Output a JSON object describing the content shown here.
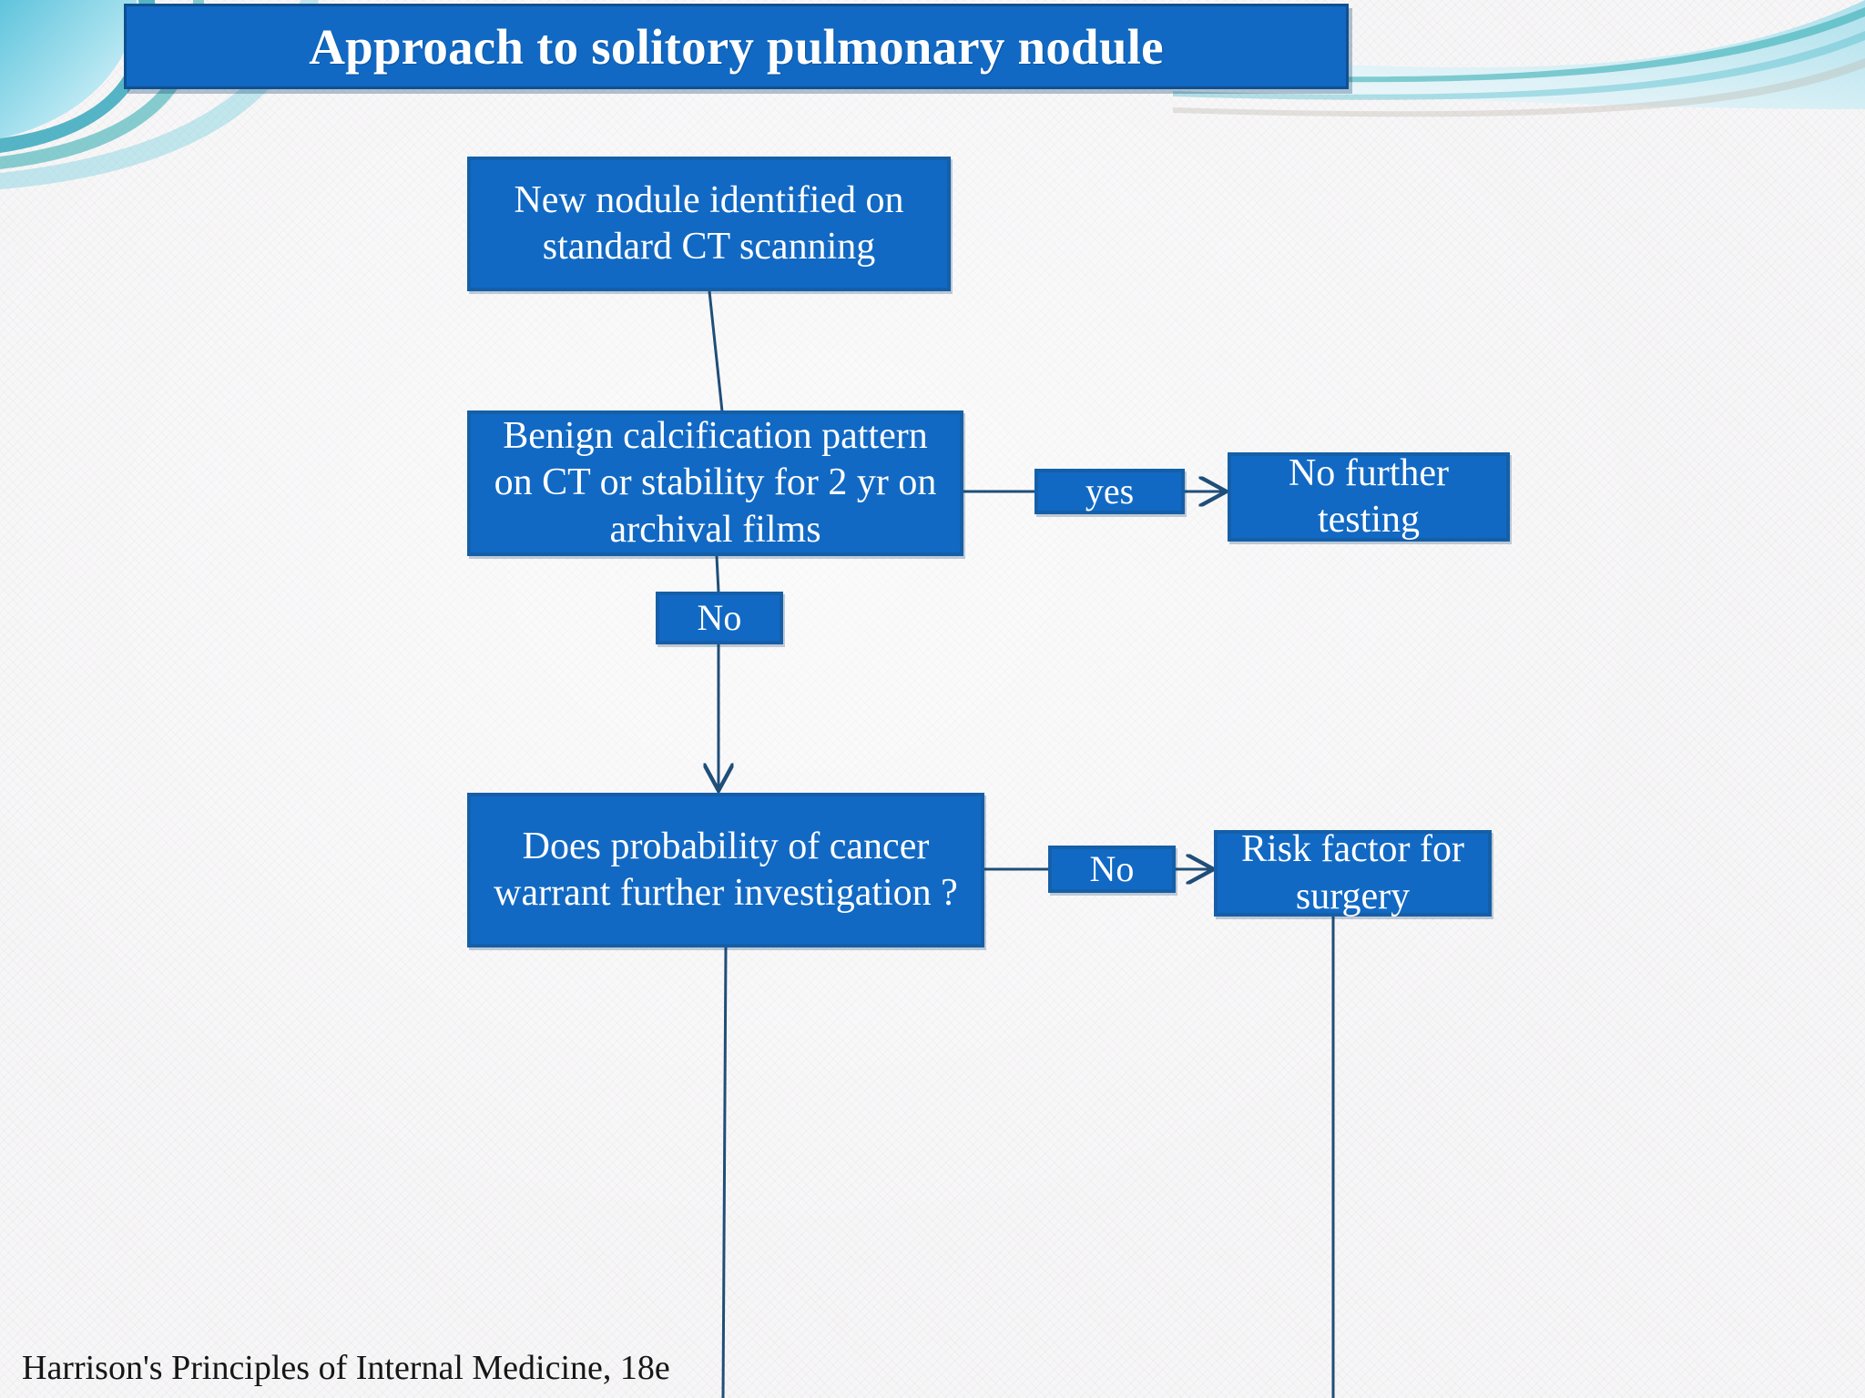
{
  "slide": {
    "title": "Approach to solitory pulmonary nodule",
    "source_caption": "Harrison's Principles of Internal Medicine, 18e"
  },
  "colors": {
    "node_fill": "#1169c4",
    "node_border": "#155fa8",
    "node_text": "#ffffff",
    "title_fill": "#1169c4",
    "title_border": "#10508f",
    "connector": "#1f4e79",
    "background": "#f7f6f8",
    "deco_teal": "#1fa8b5",
    "deco_cyan": "#8fd9e8",
    "caption_text": "#161616"
  },
  "flowchart": {
    "type": "flowchart",
    "nodes": [
      {
        "id": "new-nodule",
        "label": "New nodule identified on standard CT scanning"
      },
      {
        "id": "benign-calc",
        "label": "Benign calcification pattern on CT or stability for 2 yr on archival films"
      },
      {
        "id": "yes-1",
        "label": "yes"
      },
      {
        "id": "no-further",
        "label": "No further testing"
      },
      {
        "id": "no-1",
        "label": "No"
      },
      {
        "id": "does-prob",
        "label": "Does  probability of cancer warrant further investigation ?"
      },
      {
        "id": "no-2",
        "label": "No"
      },
      {
        "id": "risk-factor",
        "label": "Risk factor for  surgery"
      }
    ],
    "edges": [
      {
        "from": "new-nodule",
        "to": "benign-calc",
        "label": ""
      },
      {
        "from": "benign-calc",
        "to": "no-further",
        "label": "yes"
      },
      {
        "from": "benign-calc",
        "to": "does-prob",
        "label": "No"
      },
      {
        "from": "does-prob",
        "to": "risk-factor",
        "label": "No"
      },
      {
        "from": "does-prob",
        "to": "",
        "label": ""
      },
      {
        "from": "risk-factor",
        "to": "",
        "label": ""
      }
    ]
  }
}
